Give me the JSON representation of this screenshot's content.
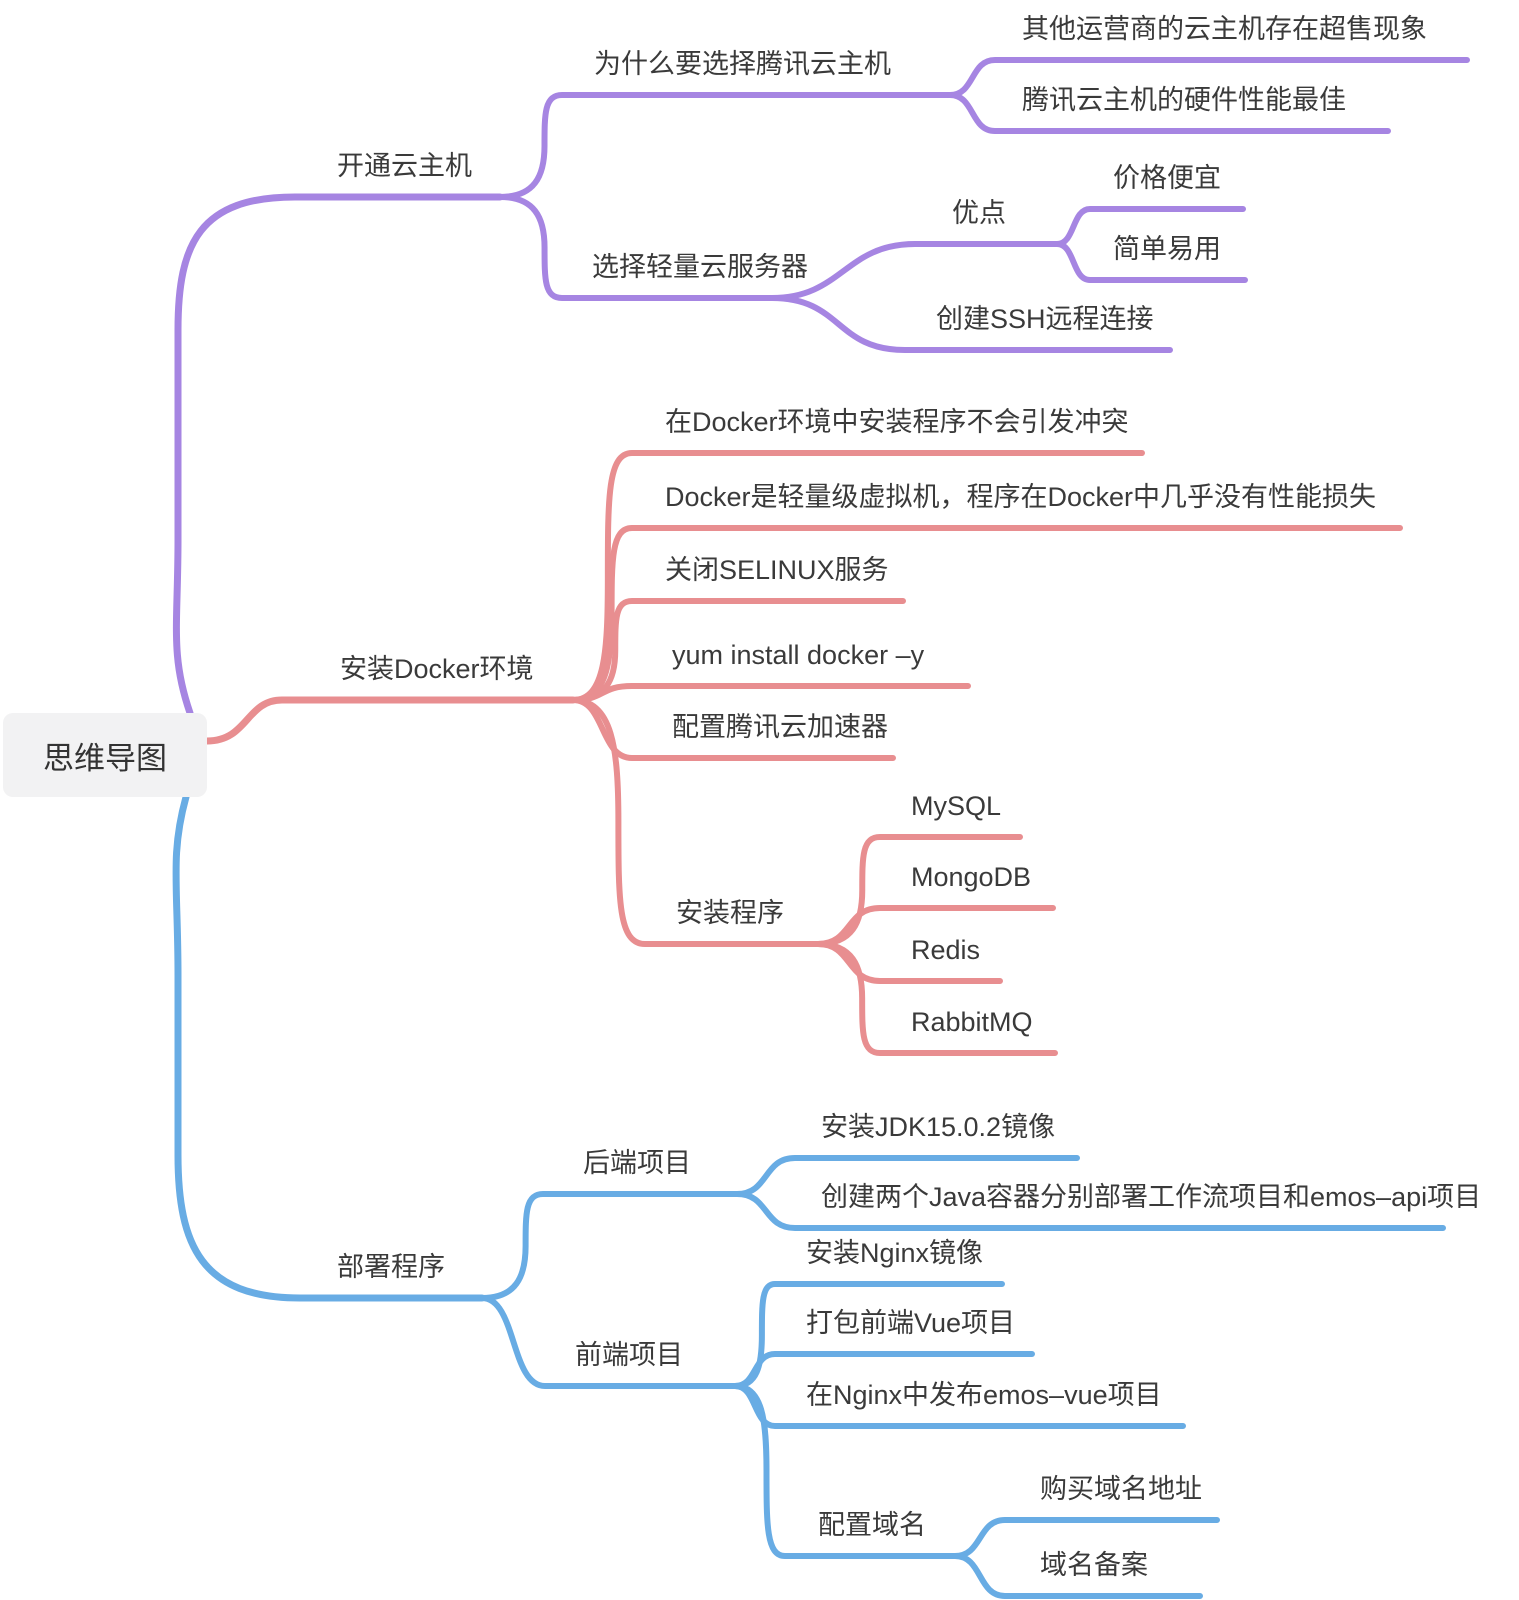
{
  "palette": {
    "purple": "#A685E2",
    "red": "#E88E90",
    "blue": "#68ACE4",
    "text": "#3A3A3A",
    "root_bg": "#F2F2F3",
    "root_text": "#333333",
    "background": "#FFFFFF"
  },
  "tree": {
    "label": "思维导图",
    "children": [
      {
        "label": "开通云主机",
        "color": "#A685E2",
        "children": [
          {
            "label": "为什么要选择腾讯云主机",
            "children": [
              {
                "label": "其他运营商的云主机存在超售现象",
                "children": []
              },
              {
                "label": "腾讯云主机的硬件性能最佳",
                "children": []
              }
            ]
          },
          {
            "label": "选择轻量云服务器",
            "children": [
              {
                "label": "优点",
                "children": [
                  {
                    "label": "价格便宜",
                    "children": []
                  },
                  {
                    "label": "简单易用",
                    "children": []
                  }
                ]
              },
              {
                "label": "创建SSH远程连接",
                "children": []
              }
            ]
          }
        ]
      },
      {
        "label": "安装Docker环境",
        "color": "#E88E90",
        "children": [
          {
            "label": "在Docker环境中安装程序不会引发冲突",
            "children": []
          },
          {
            "label": "Docker是轻量级虚拟机，程序在Docker中几乎没有性能损失",
            "children": []
          },
          {
            "label": "关闭SELINUX服务",
            "children": []
          },
          {
            "label": "yum install docker –y",
            "children": []
          },
          {
            "label": "配置腾讯云加速器",
            "children": []
          },
          {
            "label": "安装程序",
            "children": [
              {
                "label": "MySQL",
                "children": []
              },
              {
                "label": "MongoDB",
                "children": []
              },
              {
                "label": "Redis",
                "children": []
              },
              {
                "label": "RabbitMQ",
                "children": []
              }
            ]
          }
        ]
      },
      {
        "label": "部署程序",
        "color": "#68ACE4",
        "children": [
          {
            "label": "后端项目",
            "children": [
              {
                "label": "安装JDK15.0.2镜像",
                "children": []
              },
              {
                "label": "创建两个Java容器分别部署工作流项目和emos–api项目",
                "children": []
              }
            ]
          },
          {
            "label": "前端项目",
            "children": [
              {
                "label": "安装Nginx镜像",
                "children": []
              },
              {
                "label": "打包前端Vue项目",
                "children": []
              },
              {
                "label": "在Nginx中发布emos–vue项目",
                "children": []
              },
              {
                "label": "配置域名",
                "children": [
                  {
                    "label": "购买域名地址",
                    "children": []
                  },
                  {
                    "label": "域名备案",
                    "children": []
                  }
                ]
              }
            ]
          }
        ]
      }
    ]
  }
}
